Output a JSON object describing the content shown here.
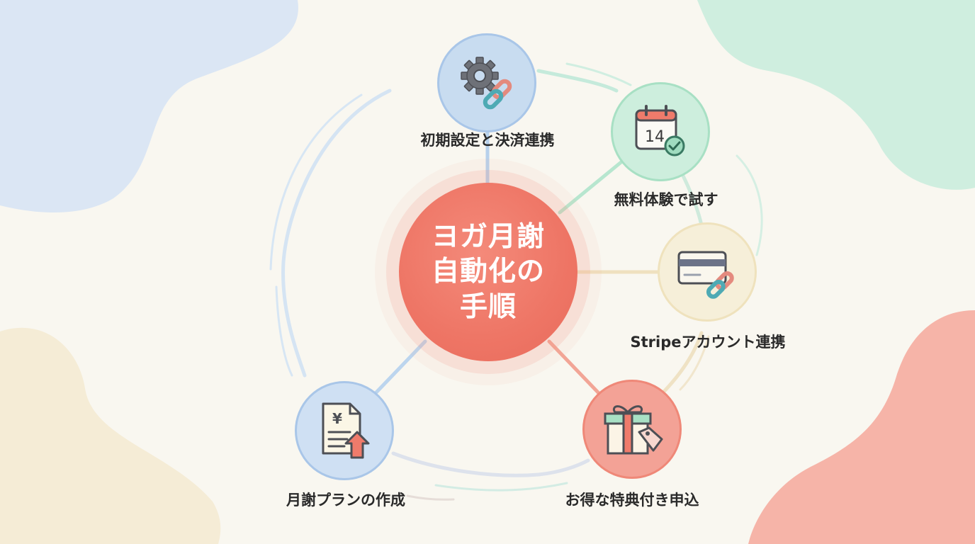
{
  "center": {
    "title": "ヨガ月謝\n自動化の\n手順"
  },
  "steps": [
    {
      "label": "初期設定と決済連携",
      "icon": "gear-link-icon",
      "color": "#c8dcf0"
    },
    {
      "label": "無料体験で試す",
      "icon": "calendar-check-icon",
      "color": "#cdeedd",
      "calendar_number": "14"
    },
    {
      "label": "Stripeアカウント連携",
      "icon": "credit-card-link-icon",
      "color": "#f6efd9"
    },
    {
      "label": "お得な特典付き申込",
      "icon": "gift-tag-icon",
      "color": "#f3a296"
    },
    {
      "label": "月謝プランの作成",
      "icon": "yen-document-upload-icon",
      "color": "#cfe0f3"
    }
  ],
  "colors": {
    "accent": "#ee7565",
    "blue": "#a9c6e8",
    "green": "#a8e0c4",
    "cream": "#efe2bd",
    "red": "#ef8878",
    "background": "#f9f7f0"
  }
}
